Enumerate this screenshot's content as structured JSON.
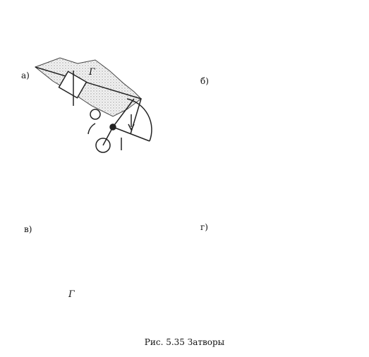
{
  "panels": {
    "a": {
      "label": "а)",
      "letter": "Г"
    },
    "b": {
      "label": "б)"
    },
    "v": {
      "label": "в)",
      "letter": "Г"
    },
    "g": {
      "label": "г)"
    }
  },
  "caption": "Рис. 5.35 Затворы"
}
